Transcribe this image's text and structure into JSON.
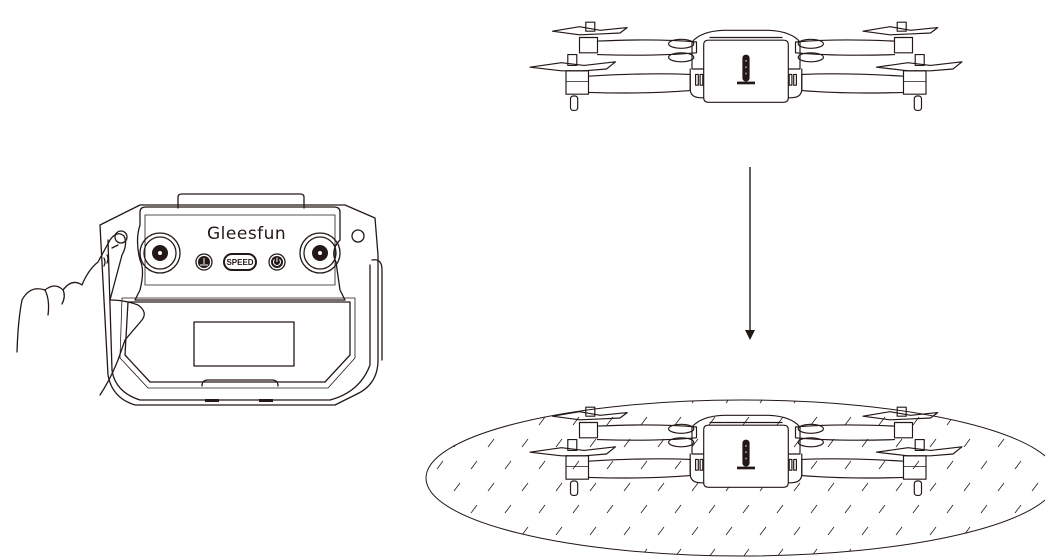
{
  "diagram": {
    "description": "Press the button on the remote controller; drone descends vertically and lands",
    "controller": {
      "brand_label": "Gleesfun",
      "buttons": [
        {
          "name": "takeoff-landing",
          "icon": "takeoff-landing-icon"
        },
        {
          "name": "speed",
          "label": "SPEED"
        },
        {
          "name": "power",
          "icon": "power-icon"
        }
      ],
      "pressed_button": "top-left shoulder button",
      "screen": "blank display"
    },
    "drone_top": {
      "state": "hovering"
    },
    "arrow": {
      "direction": "down"
    },
    "drone_bottom": {
      "state": "landed",
      "ground": "hatched elliptical landing area"
    },
    "colors": {
      "line": "#231815",
      "background": "#ffffff"
    }
  }
}
